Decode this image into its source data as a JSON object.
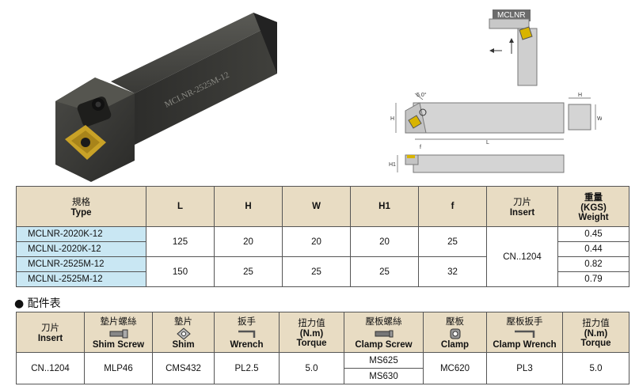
{
  "product": {
    "engraving": "MCLNR-2525M-12",
    "diagram_label": "MCLNR"
  },
  "dims": {
    "angle": "5.0°",
    "L": "L",
    "H": "H",
    "W": "W",
    "H1": "H1",
    "f": "f"
  },
  "spec_table": {
    "headers": [
      {
        "zh": "規格",
        "en": "Type"
      },
      {
        "zh": "",
        "en": "L"
      },
      {
        "zh": "",
        "en": "H"
      },
      {
        "zh": "",
        "en": "W"
      },
      {
        "zh": "",
        "en": "H1"
      },
      {
        "zh": "",
        "en": "f"
      },
      {
        "zh": "刀片",
        "en": "Insert"
      },
      {
        "zh": "重量",
        "en": "(KGS)",
        "en2": "Weight"
      }
    ],
    "rows": [
      {
        "type": "MCLNR-2020K-12",
        "L": "125",
        "H": "20",
        "W": "20",
        "H1": "20",
        "f": "25",
        "insert": "CN..1204",
        "weight": "0.45"
      },
      {
        "type": "MCLNL-2020K-12",
        "weight": "0.44"
      },
      {
        "type": "MCLNR-2525M-12",
        "L": "150",
        "H": "25",
        "W": "25",
        "H1": "25",
        "f": "32",
        "weight": "0.82"
      },
      {
        "type": "MCLNL-2525M-12",
        "weight": "0.79"
      }
    ]
  },
  "accessories": {
    "title": "● 配件表",
    "headers": [
      {
        "zh": "刀片",
        "en": "Insert"
      },
      {
        "zh": "墊片螺絲",
        "en": "Shim Screw",
        "icon": "shim-screw-icon"
      },
      {
        "zh": "墊片",
        "en": "Shim",
        "icon": "shim-icon"
      },
      {
        "zh": "扳手",
        "en": "Wrench",
        "icon": "wrench-icon"
      },
      {
        "zh": "扭力值",
        "en": "(N.m)",
        "en2": "Torque"
      },
      {
        "zh": "壓板螺絲",
        "en": "Clamp Screw",
        "icon": "clamp-screw-icon"
      },
      {
        "zh": "壓板",
        "en": "Clamp",
        "icon": "clamp-icon"
      },
      {
        "zh": "壓板扳手",
        "en": "Clamp Wrench",
        "icon": "clamp-wrench-icon"
      },
      {
        "zh": "扭力值",
        "en": "(N.m)",
        "en2": "Torque"
      }
    ],
    "row": {
      "insert": "CN..1204",
      "shim_screw": "MLP46",
      "shim": "CMS432",
      "wrench": "PL2.5",
      "torque1": "5.0",
      "clamp_screw": [
        "MS625",
        "MS630"
      ],
      "clamp": "MC620",
      "clamp_wrench": "PL3",
      "torque2": "5.0"
    }
  }
}
